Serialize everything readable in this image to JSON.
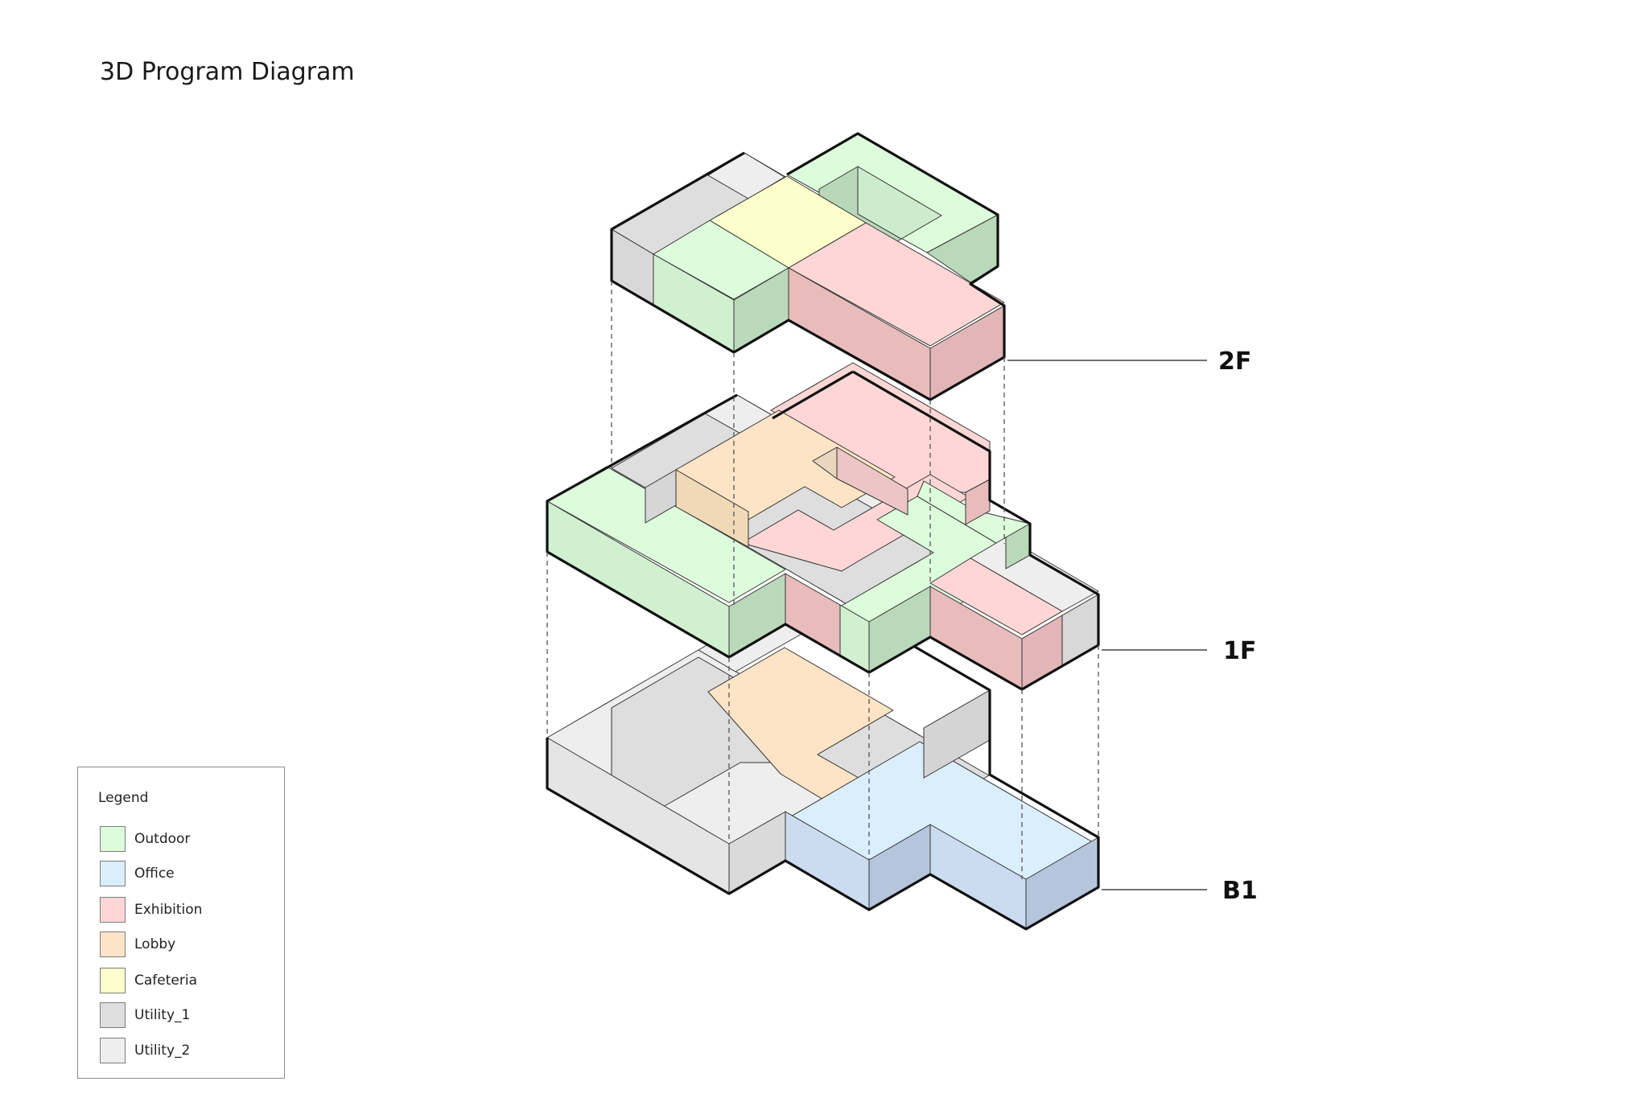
{
  "title": "3D Program Diagram",
  "floors": [
    {
      "id": "2F",
      "label": "2F"
    },
    {
      "id": "1F",
      "label": "1F"
    },
    {
      "id": "B1",
      "label": "B1"
    }
  ],
  "legend": {
    "title": "Legend",
    "items": [
      {
        "label": "Outdoor",
        "color": "#dcfcdc"
      },
      {
        "label": "Office",
        "color": "#dbeefc"
      },
      {
        "label": "Exhibition",
        "color": "#fed6d6"
      },
      {
        "label": "Lobby",
        "color": "#fee4c6"
      },
      {
        "label": "Cafeteria",
        "color": "#fefecc"
      },
      {
        "label": "Utility_1",
        "color": "#dedede"
      },
      {
        "label": "Utility_2",
        "color": "#eeeeee"
      }
    ]
  }
}
